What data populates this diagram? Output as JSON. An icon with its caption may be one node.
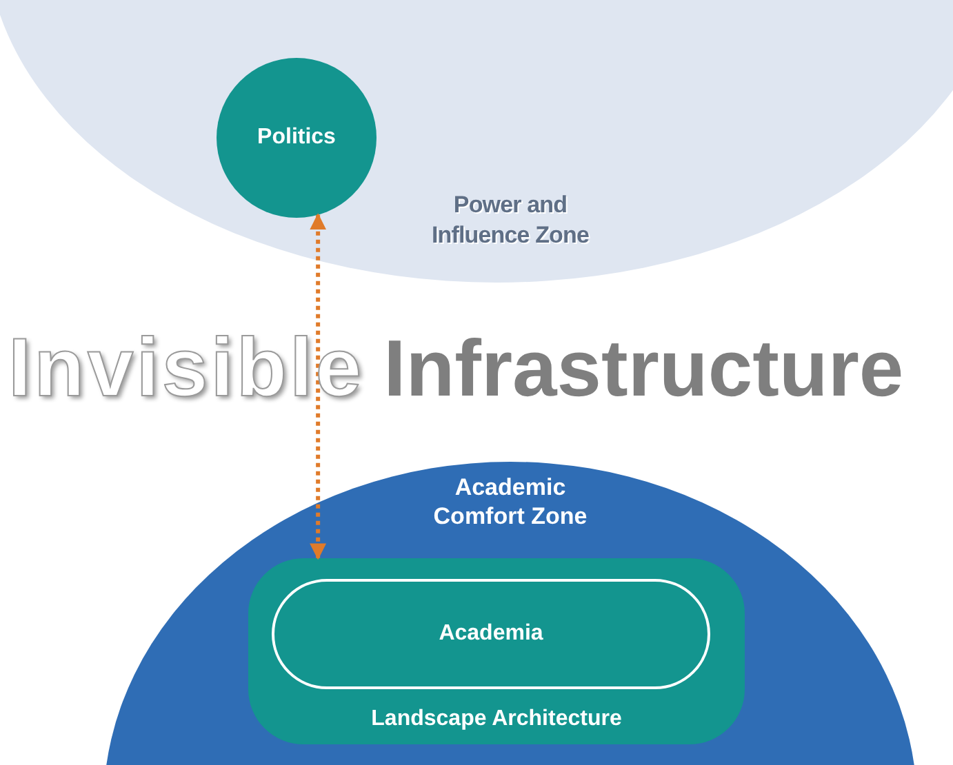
{
  "diagram": {
    "nodes": [
      {
        "text": [
          "Power and Influence Zone"
        ]
      },
      {
        "text": [
          "Politics"
        ],
        "in": 0
      },
      {
        "text": [
          "Academic Comfort Zone"
        ]
      },
      {
        "text": [
          "Landscape Architecture"
        ],
        "in": 2
      },
      {
        "text": [
          "Academia"
        ],
        "in": 3
      }
    ],
    "edges": [
      {
        "from": 1,
        "to": 3,
        "arrow": "both",
        "style": "dashed",
        "color": "#e07b2a"
      }
    ],
    "labels": [
      "Invisible",
      "Infrastructure"
    ]
  }
}
